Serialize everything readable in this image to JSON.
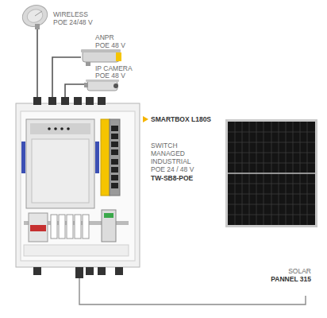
{
  "diagram": {
    "labels": [
      "WIRELESS",
      "POE 24/48 V",
      "ANPR",
      "POE 48 V",
      "IP CAMERA",
      "POE 48 V",
      "SMARTBOX L180S",
      "SWITCH MANAGED INDUSTRIAL POE 24 / 48 V",
      "TW-SB8-POE",
      "SOLAR",
      "PANNEL 315"
    ]
  }
}
